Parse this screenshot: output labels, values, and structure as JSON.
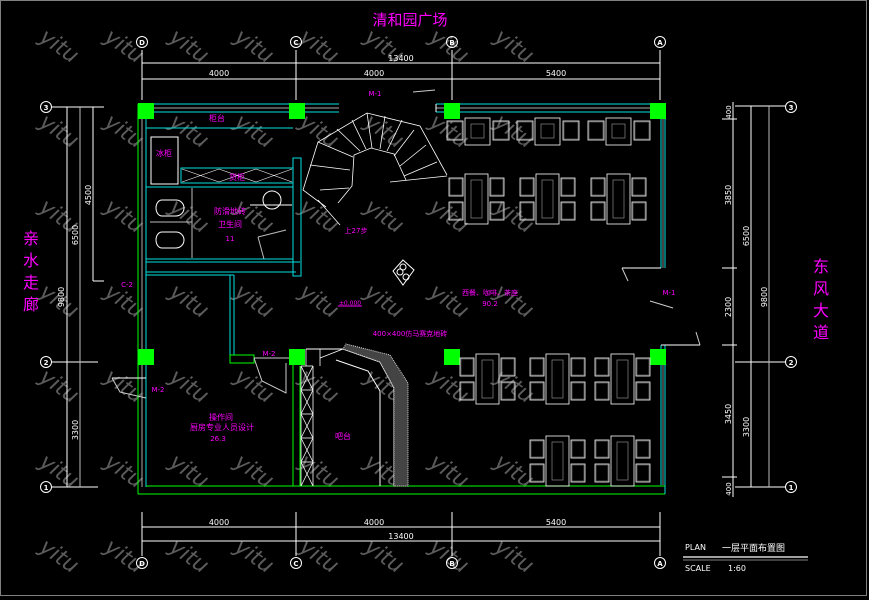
{
  "drawing": {
    "title_top": "清和园广场",
    "title_left": [
      "亲",
      "水",
      "走",
      "廊"
    ],
    "title_right": [
      "东",
      "风",
      "大",
      "道"
    ],
    "watermark": "yitu"
  },
  "axes": {
    "columns": [
      "D",
      "C",
      "B",
      "A"
    ],
    "rows": [
      "3",
      "2",
      "1"
    ]
  },
  "dimensions": {
    "top_total": "13400",
    "top_spans": [
      "4000",
      "4000",
      "5400"
    ],
    "bottom_total": "13400",
    "bottom_spans": [
      "4000",
      "4000",
      "5400"
    ],
    "left_total": "9800",
    "left_mid": [
      "6500",
      "3300"
    ],
    "left_inner": "4500",
    "right_total": "9800",
    "right_mid": [
      "6500",
      "3300"
    ],
    "right_inner": [
      "400",
      "3850",
      "2300",
      "3450",
      "400"
    ]
  },
  "rooms": {
    "counter": "柜台",
    "fridge": "冰柜",
    "shelf": "货柜",
    "toilet_floor": "防滑地砖",
    "toilet_name": "卫生间",
    "toilet_area": "11",
    "dining_name": "西餐、咖啡、茶座",
    "dining_area": "90.2",
    "floor_tile": "400×400仿马赛克地砖",
    "kitchen_name": "操作间",
    "kitchen_note": "厨房专业人员设计",
    "kitchen_area": "26.3",
    "bar": "吧台",
    "stair": "上27步",
    "elevation": "±0.000"
  },
  "tags": {
    "door_m1_top": "M-1",
    "door_m1_right": "M-1",
    "door_m2_left": "M-2",
    "door_m2_mid": "M-2",
    "window_c2": "C-2"
  },
  "title_block": {
    "plan_label": "PLAN",
    "plan_name": "一层平面布置图",
    "scale_label": "SCALE",
    "scale_value": "1:60"
  },
  "colors": {
    "wall_cyan": "#00e0e0",
    "wall_green": "#00ff00",
    "column_green": "#00ff00",
    "text_magenta": "#ff00ff",
    "line_white": "#ffffff",
    "background": "#000000"
  }
}
